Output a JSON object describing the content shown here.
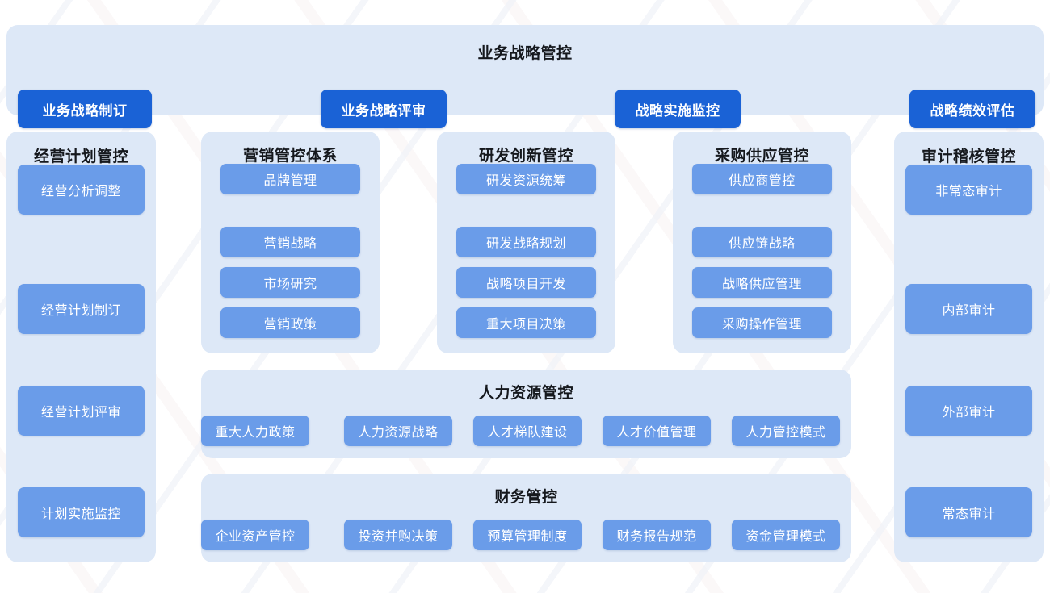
{
  "diagram": {
    "title": "业务战略管控",
    "colors": {
      "panel_bg": "#dde8f7",
      "chip_primary": "#1a62d6",
      "chip_secondary": "#6a9ce9",
      "page_bg": "#ffffff",
      "title_text": "#15181d",
      "chip_text": "#ffffff"
    },
    "strategy_band": {
      "title": "业务战略管控",
      "items": [
        {
          "label": "业务战略制订"
        },
        {
          "label": "业务战略评审"
        },
        {
          "label": "战略实施监控"
        },
        {
          "label": "战略绩效评估"
        }
      ]
    },
    "columns": {
      "plan": {
        "title": "经营计划管控",
        "items": [
          {
            "label": "经营计划制订"
          },
          {
            "label": "经营计划评审"
          },
          {
            "label": "计划实施监控"
          },
          {
            "label": "经营分析调整"
          }
        ]
      },
      "marketing": {
        "title": "营销管控体系",
        "items": [
          {
            "label": "营销战略"
          },
          {
            "label": "市场研究"
          },
          {
            "label": "营销政策"
          },
          {
            "label": "品牌管理"
          }
        ]
      },
      "rnd": {
        "title": "研发创新管控",
        "items": [
          {
            "label": "研发战略规划"
          },
          {
            "label": "战略项目开发"
          },
          {
            "label": "重大项目决策"
          },
          {
            "label": "研发资源统筹"
          }
        ]
      },
      "supply": {
        "title": "采购供应管控",
        "items": [
          {
            "label": "供应链战略"
          },
          {
            "label": "战略供应管理"
          },
          {
            "label": "采购操作管理"
          },
          {
            "label": "供应商管控"
          }
        ]
      },
      "audit": {
        "title": "审计稽核管控",
        "items": [
          {
            "label": "内部审计"
          },
          {
            "label": "外部审计"
          },
          {
            "label": "常态审计"
          },
          {
            "label": "非常态审计"
          }
        ]
      }
    },
    "bands": {
      "hr": {
        "title": "人力资源管控",
        "items": [
          {
            "label": "人力资源战略"
          },
          {
            "label": "人才梯队建设"
          },
          {
            "label": "人才价值管理"
          },
          {
            "label": "人力管控模式"
          },
          {
            "label": "重大人力政策"
          }
        ]
      },
      "finance": {
        "title": "财务管控",
        "items": [
          {
            "label": "投资并购决策"
          },
          {
            "label": "预算管理制度"
          },
          {
            "label": "财务报告规范"
          },
          {
            "label": "资金管理模式"
          },
          {
            "label": "企业资产管控"
          }
        ]
      }
    }
  }
}
